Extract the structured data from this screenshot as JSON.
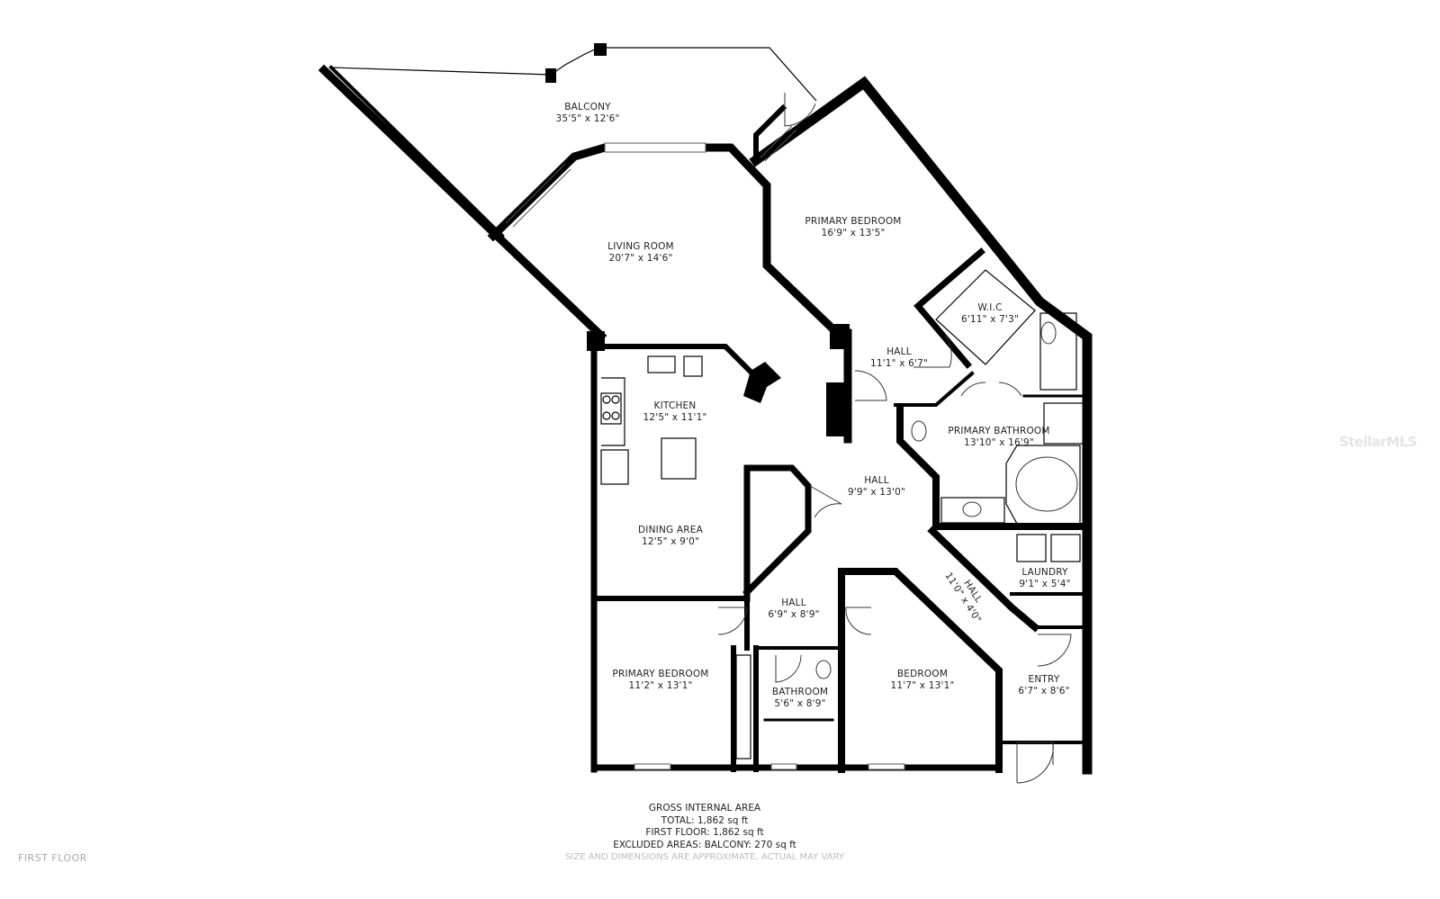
{
  "floor_label": "FIRST FLOOR",
  "watermark": "StellarMLS",
  "rooms": [
    {
      "id": "balcony",
      "name": "BALCONY",
      "dims": "35'5\" x 12'6\""
    },
    {
      "id": "living-room",
      "name": "LIVING ROOM",
      "dims": "20'7\" x 14'6\""
    },
    {
      "id": "primary-bedroom-1",
      "name": "PRIMARY BEDROOM",
      "dims": "16'9\" x 13'5\""
    },
    {
      "id": "wic",
      "name": "W.I.C",
      "dims": "6'11\" x 7'3\""
    },
    {
      "id": "hall-1",
      "name": "HALL",
      "dims": "11'1\" x 6'7\""
    },
    {
      "id": "kitchen",
      "name": "KITCHEN",
      "dims": "12'5\" x 11'1\""
    },
    {
      "id": "primary-bathroom",
      "name": "PRIMARY BATHROOM",
      "dims": "13'10\" x 16'9\""
    },
    {
      "id": "hall-2",
      "name": "HALL",
      "dims": "9'9\" x 13'0\""
    },
    {
      "id": "dining-area",
      "name": "DINING AREA",
      "dims": "12'5\" x 9'0\""
    },
    {
      "id": "laundry",
      "name": "LAUNDRY",
      "dims": "9'1\" x 5'4\""
    },
    {
      "id": "hall-3",
      "name": "HALL",
      "dims": "11'0\" x 4'0\""
    },
    {
      "id": "hall-4",
      "name": "HALL",
      "dims": "6'9\" x 8'9\""
    },
    {
      "id": "primary-bedroom-2",
      "name": "PRIMARY BEDROOM",
      "dims": "11'2\" x 13'1\""
    },
    {
      "id": "bathroom",
      "name": "BATHROOM",
      "dims": "5'6\" x 8'9\""
    },
    {
      "id": "bedroom",
      "name": "BEDROOM",
      "dims": "11'7\" x 13'1\""
    },
    {
      "id": "entry",
      "name": "ENTRY",
      "dims": "6'7\" x 8'6\""
    }
  ],
  "area_summary": {
    "title": "GROSS INTERNAL AREA",
    "total": "TOTAL: 1,862 sq ft",
    "first_floor": "FIRST FLOOR: 1,862 sq ft",
    "excluded": "EXCLUDED AREAS: BALCONY: 270 sq ft",
    "disclaimer": "SIZE AND DIMENSIONS ARE APPROXIMATE, ACTUAL MAY VARY"
  }
}
